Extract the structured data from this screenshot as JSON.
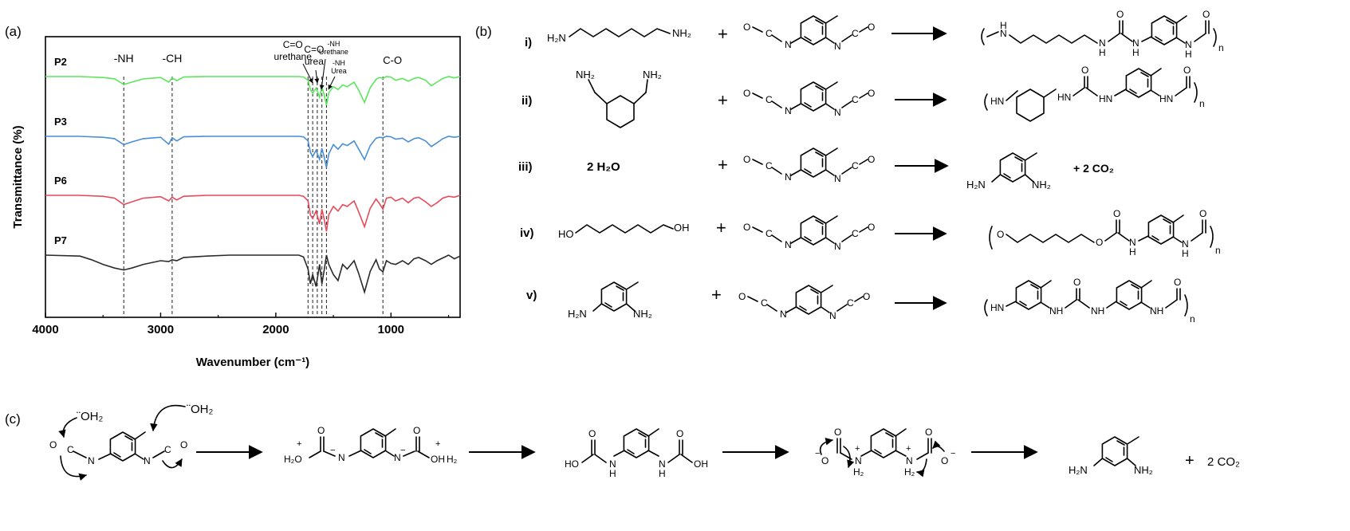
{
  "panels": {
    "a": "(a)",
    "b": "(b)",
    "c": "(c)"
  },
  "chart_data": {
    "type": "line",
    "xlabel": "Wavenumber (cm⁻¹)",
    "ylabel": "Transmittance (%)",
    "xlim": [
      4000,
      400
    ],
    "x_ticks": [
      4000,
      3000,
      2000,
      1000
    ],
    "x_tick_labels": [
      "4000",
      "3000",
      "2000",
      "1000"
    ],
    "peak_labels": [
      {
        "text": "-NH",
        "wavenumber": 3320
      },
      {
        "text": "-CH",
        "wavenumber": 2900
      },
      {
        "text": "C=O",
        "text2": "urethane",
        "wavenumber": 1700
      },
      {
        "text": "C=O",
        "text2": "urea",
        "wavenumber": 1640
      },
      {
        "text": "-NH",
        "text2": "Urethane",
        "wavenumber": 1595
      },
      {
        "text": "-NH",
        "text2": "Urea",
        "wavenumber": 1550
      },
      {
        "text": "C-O",
        "wavenumber": 1070
      }
    ],
    "vlines": [
      3320,
      2900,
      1720,
      1680,
      1640,
      1600,
      1560,
      1070
    ],
    "series": [
      {
        "name": "P2",
        "color": "#5ce65c",
        "x": [
          4000,
          3700,
          3500,
          3400,
          3320,
          3250,
          3150,
          3000,
          2930,
          2900,
          2860,
          2800,
          2600,
          2400,
          2200,
          2000,
          1900,
          1800,
          1760,
          1720,
          1700,
          1680,
          1650,
          1620,
          1600,
          1580,
          1560,
          1540,
          1500,
          1460,
          1420,
          1380,
          1320,
          1280,
          1230,
          1180,
          1130,
          1100,
          1070,
          1040,
          1000,
          960,
          900,
          850,
          800,
          760,
          700,
          650,
          600,
          550,
          500,
          450,
          400
        ],
        "y": [
          0.0,
          0.0,
          0.02,
          0.05,
          0.17,
          0.12,
          0.05,
          0.02,
          0.12,
          0.03,
          0.09,
          0.01,
          0.0,
          0.0,
          0.0,
          0.0,
          0.0,
          0.0,
          0.01,
          0.08,
          0.28,
          0.36,
          0.25,
          0.45,
          0.22,
          0.4,
          0.62,
          0.35,
          0.22,
          0.28,
          0.18,
          0.22,
          0.12,
          0.3,
          0.56,
          0.24,
          0.06,
          0.02,
          0.04,
          0.0,
          0.01,
          0.08,
          0.04,
          0.1,
          0.04,
          0.02,
          0.08,
          0.2,
          0.12,
          0.04,
          0.0,
          0.03,
          0.0
        ]
      },
      {
        "name": "P3",
        "color": "#4a8fd6",
        "x": [
          4000,
          3700,
          3500,
          3400,
          3320,
          3250,
          3150,
          3000,
          2930,
          2900,
          2860,
          2800,
          2600,
          2400,
          2200,
          2000,
          1900,
          1800,
          1760,
          1720,
          1700,
          1680,
          1650,
          1620,
          1600,
          1580,
          1560,
          1540,
          1500,
          1460,
          1420,
          1380,
          1320,
          1280,
          1230,
          1180,
          1130,
          1100,
          1070,
          1040,
          1000,
          960,
          900,
          850,
          800,
          760,
          700,
          650,
          600,
          550,
          500,
          450,
          400
        ],
        "y": [
          0.0,
          0.0,
          0.02,
          0.05,
          0.18,
          0.12,
          0.05,
          0.02,
          0.17,
          0.03,
          0.1,
          0.01,
          0.0,
          0.0,
          0.0,
          0.0,
          0.0,
          0.0,
          0.01,
          0.1,
          0.34,
          0.44,
          0.3,
          0.5,
          0.26,
          0.45,
          0.68,
          0.38,
          0.18,
          0.28,
          0.16,
          0.2,
          0.1,
          0.28,
          0.5,
          0.2,
          0.04,
          0.02,
          0.03,
          0.0,
          0.01,
          0.06,
          0.04,
          0.12,
          0.05,
          0.03,
          0.1,
          0.22,
          0.14,
          0.05,
          0.0,
          0.02,
          0.0
        ]
      },
      {
        "name": "P6",
        "color": "#e84a5a",
        "x": [
          4000,
          3700,
          3500,
          3400,
          3320,
          3250,
          3150,
          3000,
          2930,
          2900,
          2860,
          2800,
          2600,
          2400,
          2200,
          2000,
          1900,
          1800,
          1760,
          1720,
          1700,
          1680,
          1650,
          1620,
          1600,
          1580,
          1560,
          1540,
          1500,
          1460,
          1420,
          1380,
          1320,
          1280,
          1230,
          1180,
          1130,
          1100,
          1070,
          1040,
          1000,
          960,
          900,
          850,
          800,
          760,
          700,
          650,
          600,
          550,
          500,
          450,
          400
        ],
        "y": [
          0.0,
          0.0,
          0.02,
          0.06,
          0.2,
          0.14,
          0.06,
          0.03,
          0.12,
          0.04,
          0.1,
          0.02,
          0.0,
          0.0,
          0.0,
          0.0,
          0.0,
          0.0,
          0.02,
          0.12,
          0.42,
          0.5,
          0.34,
          0.62,
          0.3,
          0.52,
          0.78,
          0.42,
          0.24,
          0.34,
          0.2,
          0.24,
          0.12,
          0.36,
          0.68,
          0.28,
          0.08,
          0.18,
          0.3,
          0.06,
          0.04,
          0.12,
          0.06,
          0.16,
          0.06,
          0.04,
          0.14,
          0.24,
          0.16,
          0.06,
          0.02,
          0.04,
          0.0
        ]
      },
      {
        "name": "P7",
        "color": "#2b2b2b",
        "x": [
          4000,
          3700,
          3600,
          3500,
          3400,
          3320,
          3250,
          3150,
          3000,
          2930,
          2900,
          2860,
          2800,
          2600,
          2400,
          2200,
          2000,
          1900,
          1800,
          1760,
          1720,
          1700,
          1680,
          1650,
          1620,
          1600,
          1580,
          1560,
          1540,
          1500,
          1460,
          1420,
          1380,
          1320,
          1280,
          1230,
          1180,
          1130,
          1100,
          1070,
          1040,
          1000,
          960,
          900,
          850,
          800,
          760,
          700,
          650,
          600,
          550,
          500,
          450,
          400
        ],
        "y": [
          0.0,
          0.02,
          0.1,
          0.2,
          0.28,
          0.32,
          0.28,
          0.2,
          0.12,
          0.14,
          0.1,
          0.12,
          0.05,
          0.02,
          0.0,
          0.0,
          0.0,
          0.0,
          0.0,
          0.04,
          0.3,
          0.62,
          0.42,
          0.68,
          0.2,
          0.62,
          0.32,
          0.0,
          0.2,
          0.42,
          0.55,
          0.2,
          0.3,
          0.12,
          0.4,
          0.8,
          0.35,
          0.1,
          0.3,
          0.36,
          0.12,
          0.18,
          0.2,
          0.12,
          0.2,
          0.08,
          0.05,
          0.12,
          0.2,
          0.12,
          0.06,
          0.0,
          0.08,
          0.02
        ]
      }
    ]
  },
  "reactions": {
    "labels": [
      "i)",
      "ii)",
      "iii)",
      "iv)",
      "v)"
    ],
    "plus": "+",
    "h2n": "H₂N",
    "nh2": "NH₂",
    "hn": "HN",
    "nh": "NH",
    "n_sub": "n",
    "o": "O",
    "oh": "OH",
    "ho": "HO",
    "n_atom": "N",
    "c_atom": "C",
    "h": "H",
    "water": "2 H₂O",
    "co2": "+ 2 CO₂",
    "mech_oh2": "¨OH₂",
    "mech_h2o": "H₂O",
    "mech_h2": "H₂",
    "mech_plus": "+",
    "mech_minus": "−",
    "mech_co2": "2 CO₂",
    "mech_plus_sep": "+"
  }
}
